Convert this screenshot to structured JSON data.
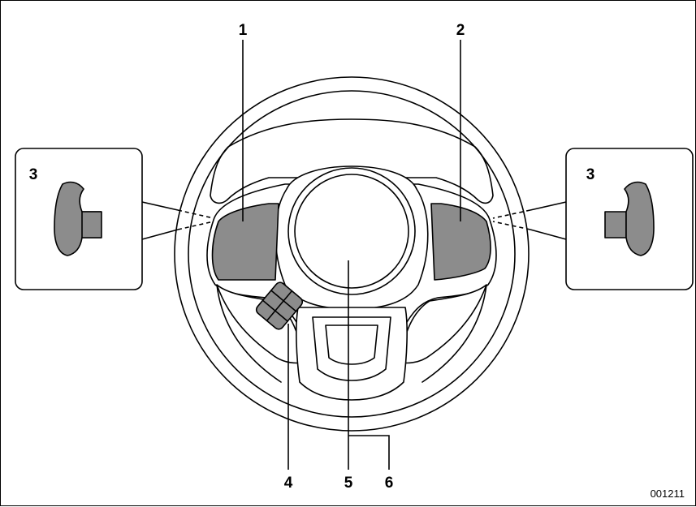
{
  "figure": {
    "id": "001211",
    "colors": {
      "line": "#000000",
      "fill_highlight": "#8c8c8c",
      "background": "#ffffff"
    }
  },
  "callouts": {
    "c1": "1",
    "c2": "2",
    "c3_left": "3",
    "c3_right": "3",
    "c4": "4",
    "c5": "5",
    "c6": "6"
  }
}
